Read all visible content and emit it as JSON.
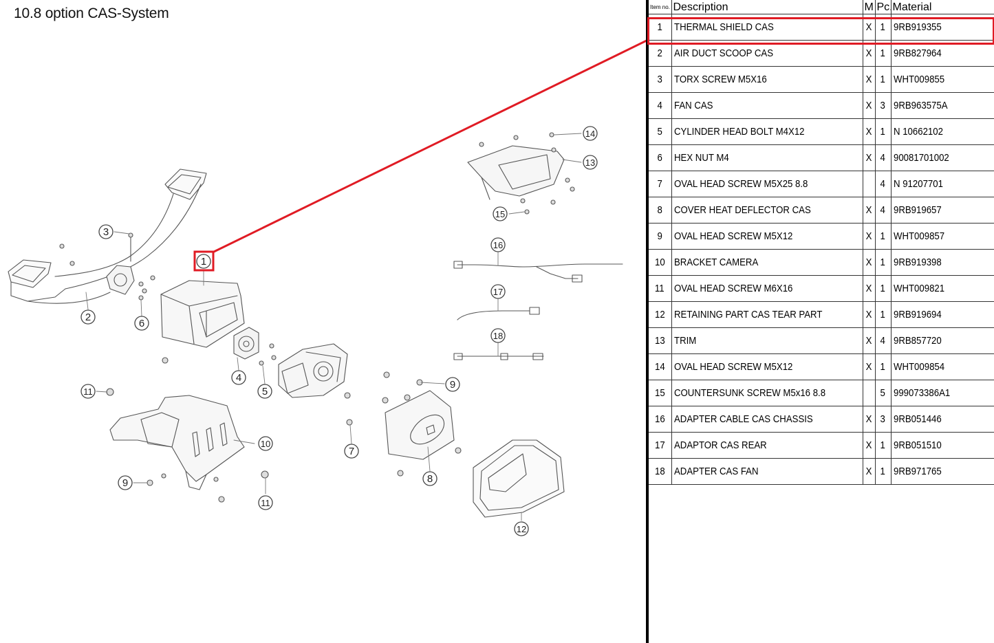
{
  "page": {
    "title": "10.8  option CAS-System"
  },
  "table": {
    "headers": {
      "item_no": "Item no.",
      "description": "Description",
      "m": "M",
      "pc": "Pc.",
      "material": "Material"
    },
    "rows": [
      {
        "no": "1",
        "description": "THERMAL SHIELD CAS",
        "m": "X",
        "pc": "1",
        "material": "9RB919355"
      },
      {
        "no": "2",
        "description": "AIR DUCT SCOOP CAS",
        "m": "X",
        "pc": "1",
        "material": "9RB827964"
      },
      {
        "no": "3",
        "description": "TORX SCREW M5X16",
        "m": "X",
        "pc": "1",
        "material": "WHT009855"
      },
      {
        "no": "4",
        "description": "FAN CAS",
        "m": "X",
        "pc": "3",
        "material": "9RB963575A"
      },
      {
        "no": "5",
        "description": "CYLINDER HEAD BOLT M4X12",
        "m": "X",
        "pc": "1",
        "material": "N 10662102"
      },
      {
        "no": "6",
        "description": "HEX NUT M4",
        "m": "X",
        "pc": "4",
        "material": "90081701002"
      },
      {
        "no": "7",
        "description": "OVAL HEAD SCREW M5X25 8.8",
        "m": "",
        "pc": "4",
        "material": "N 91207701"
      },
      {
        "no": "8",
        "description": "COVER HEAT DEFLECTOR CAS",
        "m": "X",
        "pc": "4",
        "material": "9RB919657"
      },
      {
        "no": "9",
        "description": "OVAL HEAD SCREW M5X12",
        "m": "X",
        "pc": "1",
        "material": "WHT009857"
      },
      {
        "no": "10",
        "description": "BRACKET CAMERA",
        "m": "X",
        "pc": "1",
        "material": "9RB919398"
      },
      {
        "no": "11",
        "description": "OVAL HEAD SCREW M6X16",
        "m": "X",
        "pc": "1",
        "material": "WHT009821"
      },
      {
        "no": "12",
        "description": "RETAINING PART CAS TEAR PART",
        "m": "X",
        "pc": "1",
        "material": "9RB919694"
      },
      {
        "no": "13",
        "description": "TRIM",
        "m": "X",
        "pc": "4",
        "material": "9RB857720"
      },
      {
        "no": "14",
        "description": "OVAL HEAD SCREW M5X12",
        "m": "X",
        "pc": "1",
        "material": "WHT009854"
      },
      {
        "no": "15",
        "description": "COUNTERSUNK SCREW M5x16 8.8",
        "m": "",
        "pc": "5",
        "material": "999073386A1"
      },
      {
        "no": "16",
        "description": "ADAPTER CABLE CAS CHASSIS",
        "m": "X",
        "pc": "3",
        "material": "9RB051446"
      },
      {
        "no": "17",
        "description": "ADAPTOR CAS REAR",
        "m": "X",
        "pc": "1",
        "material": "9RB051510"
      },
      {
        "no": "18",
        "description": "ADAPTER CAS FAN",
        "m": "X",
        "pc": "1",
        "material": "9RB971765"
      }
    ]
  },
  "callouts": [
    "1",
    "2",
    "3",
    "4",
    "5",
    "6",
    "7",
    "8",
    "9",
    "9",
    "10",
    "11",
    "11",
    "12",
    "13",
    "14",
    "15",
    "16",
    "17",
    "18"
  ],
  "highlight": {
    "item": "1",
    "color": "#e01b24"
  }
}
